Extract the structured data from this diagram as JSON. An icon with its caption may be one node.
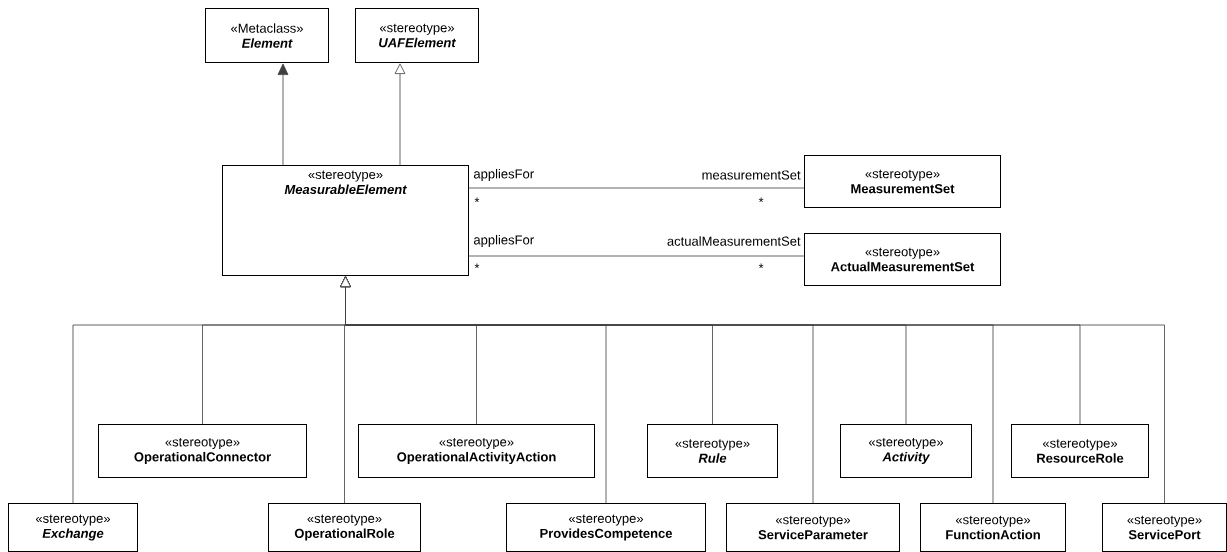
{
  "diagram": {
    "nodes": [
      {
        "text": [
          "«Metaclass»",
          "Element"
        ]
      },
      {
        "text": [
          "«stereotype»",
          "UAFElement"
        ]
      },
      {
        "text": [
          "«stereotype»",
          "MeasurableElement"
        ]
      },
      {
        "text": [
          "«stereotype»",
          "MeasurementSet"
        ]
      },
      {
        "text": [
          "«stereotype»",
          "ActualMeasurementSet"
        ]
      },
      {
        "text": [
          "«stereotype»",
          "Exchange"
        ]
      },
      {
        "text": [
          "«stereotype»",
          "OperationalConnector"
        ]
      },
      {
        "text": [
          "«stereotype»",
          "OperationalRole"
        ]
      },
      {
        "text": [
          "«stereotype»",
          "OperationalActivityAction"
        ]
      },
      {
        "text": [
          "«stereotype»",
          "ProvidesCompetence"
        ]
      },
      {
        "text": [
          "«stereotype»",
          "Rule"
        ]
      },
      {
        "text": [
          "«stereotype»",
          "ServiceParameter"
        ]
      },
      {
        "text": [
          "«stereotype»",
          "Activity"
        ]
      },
      {
        "text": [
          "«stereotype»",
          "FunctionAction"
        ]
      },
      {
        "text": [
          "«stereotype»",
          "ResourceRole"
        ]
      },
      {
        "text": [
          "«stereotype»",
          "ServicePort"
        ]
      }
    ],
    "edges": [
      {
        "from": 2,
        "to": 0,
        "arrow": "to"
      },
      {
        "from": 2,
        "to": 1,
        "arrow": "to"
      },
      {
        "from": 2,
        "to": 3,
        "arrow": "none"
      },
      {
        "from": 2,
        "to": 4,
        "arrow": "none"
      },
      {
        "from": 5,
        "to": 2,
        "arrow": "to"
      },
      {
        "from": 6,
        "to": 2,
        "arrow": "to"
      },
      {
        "from": 7,
        "to": 2,
        "arrow": "to"
      },
      {
        "from": 8,
        "to": 2,
        "arrow": "to"
      },
      {
        "from": 9,
        "to": 2,
        "arrow": "to"
      },
      {
        "from": 10,
        "to": 2,
        "arrow": "to"
      },
      {
        "from": 11,
        "to": 2,
        "arrow": "to"
      },
      {
        "from": 12,
        "to": 2,
        "arrow": "to"
      },
      {
        "from": 13,
        "to": 2,
        "arrow": "to"
      },
      {
        "from": 14,
        "to": 2,
        "arrow": "to"
      },
      {
        "from": 15,
        "to": 2,
        "arrow": "to"
      }
    ],
    "labels": [
      "appliesFor",
      "measurementSet",
      "*",
      "*",
      "appliesFor",
      "actualMeasurementSet",
      "*",
      "*"
    ]
  }
}
